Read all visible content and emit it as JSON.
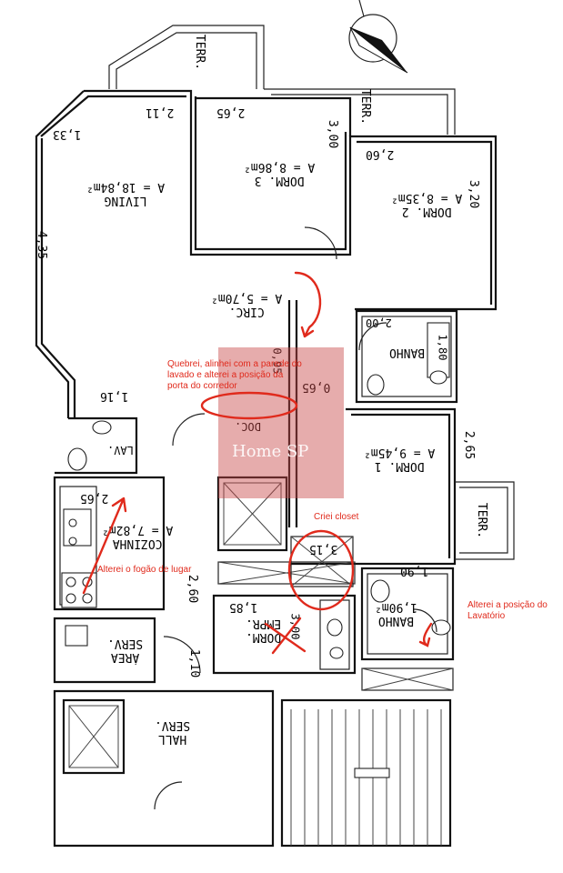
{
  "rooms": [
    {
      "id": "living",
      "lines": [
        "LIVING",
        "A = 18,84m²"
      ]
    },
    {
      "id": "dorm3",
      "lines": [
        "DORM. 3",
        "A = 8,86m²"
      ]
    },
    {
      "id": "dorm2",
      "lines": [
        "DORM. 2",
        "A = 8,35m²"
      ]
    },
    {
      "id": "dorm1",
      "lines": [
        "DORM. 1",
        "A = 9,45m²"
      ]
    },
    {
      "id": "corredor",
      "lines": [
        "CIRC.",
        "A = 5,70m²"
      ]
    },
    {
      "id": "cozinha",
      "lines": [
        "COZINHA",
        "A = 7,82m²"
      ]
    },
    {
      "id": "banho_social",
      "lines": [
        "BANHO"
      ]
    },
    {
      "id": "banho_suite",
      "lines": [
        "BANHO",
        "1,90m²"
      ]
    },
    {
      "id": "area_serv",
      "lines": [
        "ÁREA",
        "SERV."
      ]
    },
    {
      "id": "hall_serv",
      "lines": [
        "HALL",
        "SERV."
      ]
    },
    {
      "id": "dorm_empr",
      "lines": [
        "DORM.",
        "EMPR."
      ]
    },
    {
      "id": "lavabo",
      "lines": [
        "LAV."
      ]
    },
    {
      "id": "doc",
      "lines": [
        "DOC."
      ]
    }
  ],
  "terraces": [
    "TERR.",
    "TERR.",
    "TERR."
  ],
  "dimensions": [
    "1,33",
    "2,11",
    "2,65",
    "3,00",
    "2,60",
    "3,20",
    "4,35",
    "2,00",
    "1,80",
    "0,95",
    "0,65",
    "1,16",
    "2,65",
    "2,65",
    "2,60",
    "1,90",
    "3,15",
    "1,85",
    "1,10",
    "3,00"
  ],
  "annotations": {
    "note_wall": "Quebrei, alinhei com a parede do lavado e alterei a posição da porta do corredor",
    "note_closet": "Criei closet",
    "note_stove": "Alterei o fogão de lugar",
    "note_sink": "Alterei a posição do Lavatório"
  },
  "watermark": "Home SP",
  "colors": {
    "annotation": "#e02a1c",
    "wall": "#111111",
    "watermark": "#c84646"
  }
}
